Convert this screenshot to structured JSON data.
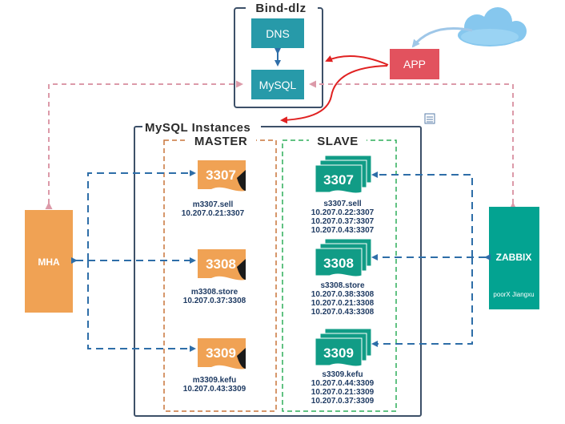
{
  "bind_box": {
    "title": "Bind-dlz",
    "dns_label": "DNS",
    "mysql_label": "MySQL"
  },
  "app": {
    "label": "APP"
  },
  "instances_box": {
    "title": "MySQL Instances"
  },
  "master_group": {
    "title": "MASTER",
    "items": [
      {
        "port": "3307",
        "name": "m3307.sell",
        "addresses": [
          "10.207.0.21:3307"
        ]
      },
      {
        "port": "3308",
        "name": "m3308.store",
        "addresses": [
          "10.207.0.37:3308"
        ]
      },
      {
        "port": "3309",
        "name": "m3309.kefu",
        "addresses": [
          "10.207.0.43:3309"
        ]
      }
    ]
  },
  "slave_group": {
    "title": "SLAVE",
    "items": [
      {
        "port": "3307",
        "name": "s3307.sell",
        "addresses": [
          "10.207.0.22:3307",
          "10.207.0.37:3307",
          "10.207.0.43:3307"
        ]
      },
      {
        "port": "3308",
        "name": "s3308.store",
        "addresses": [
          "10.207.0.38:3308",
          "10.207.0.21:3308",
          "10.207.0.43:3308"
        ]
      },
      {
        "port": "3309",
        "name": "s3309.kefu",
        "addresses": [
          "10.207.0.44:3309",
          "10.207.0.21:3309",
          "10.207.0.37:3309"
        ]
      }
    ]
  },
  "mha": {
    "label": "MHA"
  },
  "zabbix": {
    "label": "ZABBIX",
    "caption": "poorX Jiangxu"
  },
  "colors": {
    "teal": "#279aa9",
    "app_red": "#e2525e",
    "orange": "#f0a254",
    "slave_teal": "#119c86",
    "zabbix_teal": "#03a391",
    "arrow_blue": "#2e6ea8",
    "arrow_red": "#e02121",
    "arrow_pink": "#dc9aa9",
    "box_border": "#3d5068",
    "master_dash": "#c8753a",
    "slave_dash": "#2fae5a"
  }
}
